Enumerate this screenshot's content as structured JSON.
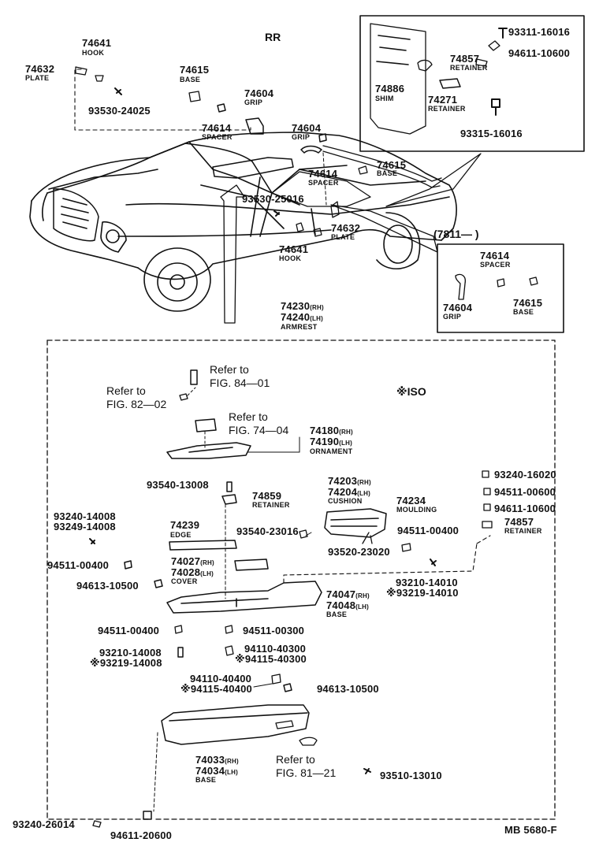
{
  "diagram": {
    "section_label": "RR",
    "iso_label": "※ISO",
    "figure_code": "MB 5680-F",
    "date_range": "(7811—      )"
  },
  "parts": {
    "p74641_top": {
      "num": "74641",
      "name": "HOOK"
    },
    "p74632_top": {
      "num": "74632",
      "name": "PLATE"
    },
    "p74615_top": {
      "num": "74615",
      "name": "BASE"
    },
    "p74604_top": {
      "num": "74604",
      "name": "GRIP"
    },
    "p93530_24025": {
      "num": "93530-24025"
    },
    "p74614_a": {
      "num": "74614",
      "name": "SPACER"
    },
    "p74604_b": {
      "num": "74604",
      "name": "GRIP"
    },
    "p74615_b": {
      "num": "74615",
      "name": "BASE"
    },
    "p74614_b": {
      "num": "74614",
      "name": "SPACER"
    },
    "p93530_25016": {
      "num": "93530-25016"
    },
    "p74632_b": {
      "num": "74632",
      "name": "PLATE"
    },
    "p74641_b": {
      "num": "74641",
      "name": "HOOK"
    },
    "p93311": {
      "num": "93311-16016"
    },
    "p94611_10600_a": {
      "num": "94611-10600"
    },
    "p74857_a": {
      "num": "74857",
      "name": "RETAINER"
    },
    "p74886": {
      "num": "74886",
      "name": "SHIM"
    },
    "p74271": {
      "num": "74271",
      "name": "RETAINER"
    },
    "p93315": {
      "num": "93315-16016"
    },
    "p74614_c": {
      "num": "74614",
      "name": "SPACER"
    },
    "p74604_c": {
      "num": "74604",
      "name": "GRIP"
    },
    "p74615_c": {
      "num": "74615",
      "name": "BASE"
    },
    "armrest": {
      "num_rh": "74230",
      "num_lh": "74240",
      "rh": "(RH)",
      "lh": "(LH)",
      "name": "ARMREST"
    },
    "ref_84": {
      "text1": "Refer to",
      "text2": "FIG. 84—01"
    },
    "ref_82": {
      "text1": "Refer to",
      "text2": "FIG. 82—02"
    },
    "ref_74": {
      "text1": "Refer to",
      "text2": "FIG. 74—04"
    },
    "ornament": {
      "num_rh": "74180",
      "num_lh": "74190",
      "rh": "(RH)",
      "lh": "(LH)",
      "name": "ORNAMENT"
    },
    "p93540_13008": {
      "num": "93540-13008"
    },
    "p74859": {
      "num": "74859",
      "name": "RETAINER"
    },
    "cushion": {
      "num_rh": "74203",
      "num_lh": "74204",
      "rh": "(RH)",
      "lh": "(LH)",
      "name": "CUSHION"
    },
    "moulding": {
      "num": "74234",
      "name": "MOULDING"
    },
    "p93240_16020": {
      "num": "93240-16020"
    },
    "p94511_00600": {
      "num": "94511-00600"
    },
    "p94611_10600_b": {
      "num": "94611-10600"
    },
    "p74857_b": {
      "num": "74857",
      "name": "RETAINER"
    },
    "p93240_14008": {
      "num": "93240-14008"
    },
    "p93249_14008": {
      "num": "93249-14008"
    },
    "edge": {
      "num": "74239",
      "name": "EDGE"
    },
    "p93540_23016": {
      "num": "93540-23016"
    },
    "p94511_00400_a": {
      "num": "94511-00400"
    },
    "p94511_00400_b": {
      "num": "94511-00400"
    },
    "cover": {
      "num_rh": "74027",
      "num_lh": "74028",
      "rh": "(RH)",
      "lh": "(LH)",
      "name": "COVER"
    },
    "p93520_23020": {
      "num": "93520-23020"
    },
    "p94613_10500_a": {
      "num": "94613-10500"
    },
    "p93210_14010": {
      "num": "93210-14010"
    },
    "p93219_14010": {
      "num": "※93219-14010"
    },
    "base_mid": {
      "num_rh": "74047",
      "num_lh": "74048",
      "rh": "(RH)",
      "lh": "(LH)",
      "name": "BASE"
    },
    "p94511_00400_c": {
      "num": "94511-00400"
    },
    "p94511_00300": {
      "num": "94511-00300"
    },
    "p93210_14008": {
      "num": "93210-14008"
    },
    "p93219_14008": {
      "num": "※93219-14008"
    },
    "p94110_40300": {
      "num": "94110-40300"
    },
    "p94115_40300": {
      "num": "※94115-40300"
    },
    "p94110_40400": {
      "num": "94110-40400"
    },
    "p94115_40400": {
      "num": "※94115-40400"
    },
    "p94613_10500_b": {
      "num": "94613-10500"
    },
    "base_low": {
      "num_rh": "74033",
      "num_lh": "74034",
      "rh": "(RH)",
      "lh": "(LH)",
      "name": "BASE"
    },
    "ref_81": {
      "text1": "Refer to",
      "text2": "FIG. 81—21"
    },
    "p93510_13010": {
      "num": "93510-13010"
    },
    "p93240_26014": {
      "num": "93240-26014"
    },
    "p94611_20600": {
      "num": "94611-20600"
    }
  }
}
